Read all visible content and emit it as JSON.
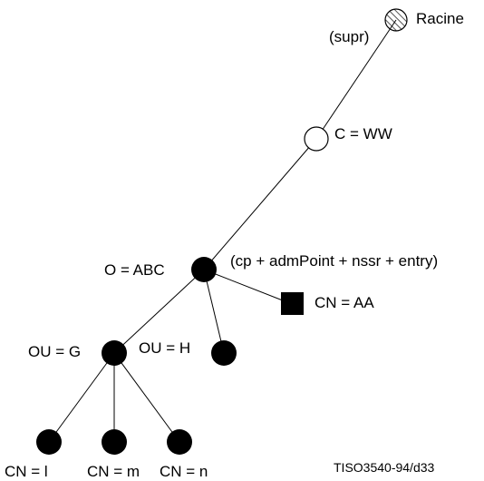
{
  "diagram": {
    "nodes": [
      {
        "id": "root",
        "kind": "hatched-circle",
        "label": "Racine",
        "note": "(supr)"
      },
      {
        "id": "c",
        "kind": "open-circle",
        "label": "C = WW"
      },
      {
        "id": "o",
        "kind": "filled-circle",
        "label": "O = ABC",
        "note": "(cp + admPoint + nssr + entry)"
      },
      {
        "id": "cn-aa",
        "kind": "filled-square",
        "label": "CN = AA"
      },
      {
        "id": "ou-g",
        "kind": "filled-circle",
        "label": "OU = G"
      },
      {
        "id": "ou-h",
        "kind": "filled-circle",
        "label": "OU = H"
      },
      {
        "id": "cn-l",
        "kind": "filled-circle",
        "label": "CN = l"
      },
      {
        "id": "cn-m",
        "kind": "filled-circle",
        "label": "CN = m"
      },
      {
        "id": "cn-n",
        "kind": "filled-circle",
        "label": "CN = n"
      }
    ],
    "edges": [
      [
        "root",
        "c"
      ],
      [
        "c",
        "o"
      ],
      [
        "o",
        "cn-aa"
      ],
      [
        "o",
        "ou-g"
      ],
      [
        "o",
        "ou-h"
      ],
      [
        "ou-g",
        "cn-l"
      ],
      [
        "ou-g",
        "cn-m"
      ],
      [
        "ou-g",
        "cn-n"
      ]
    ],
    "figure_ref": "TISO3540-94/d33"
  }
}
